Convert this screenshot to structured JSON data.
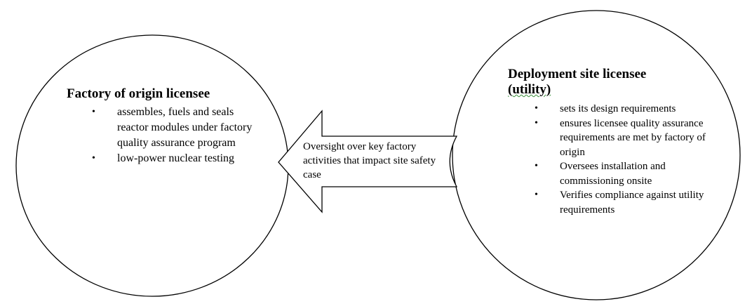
{
  "factory": {
    "title": "Factory of origin licensee",
    "items": [
      "assembles, fuels and seals reactor modules under factory quality assurance program",
      "low-power nuclear testing"
    ]
  },
  "deployment": {
    "title": "Deployment site licensee",
    "title_line2": "(utility)",
    "items": [
      "sets its design requirements",
      "ensures licensee quality assurance requirements are met by factory of origin",
      "Oversees installation and commissioning onsite",
      "Verifies compliance against utility requirements"
    ]
  },
  "arrow": {
    "label": "Oversight over key factory activities that impact site safety case"
  },
  "icons": {
    "bullet": "•"
  }
}
